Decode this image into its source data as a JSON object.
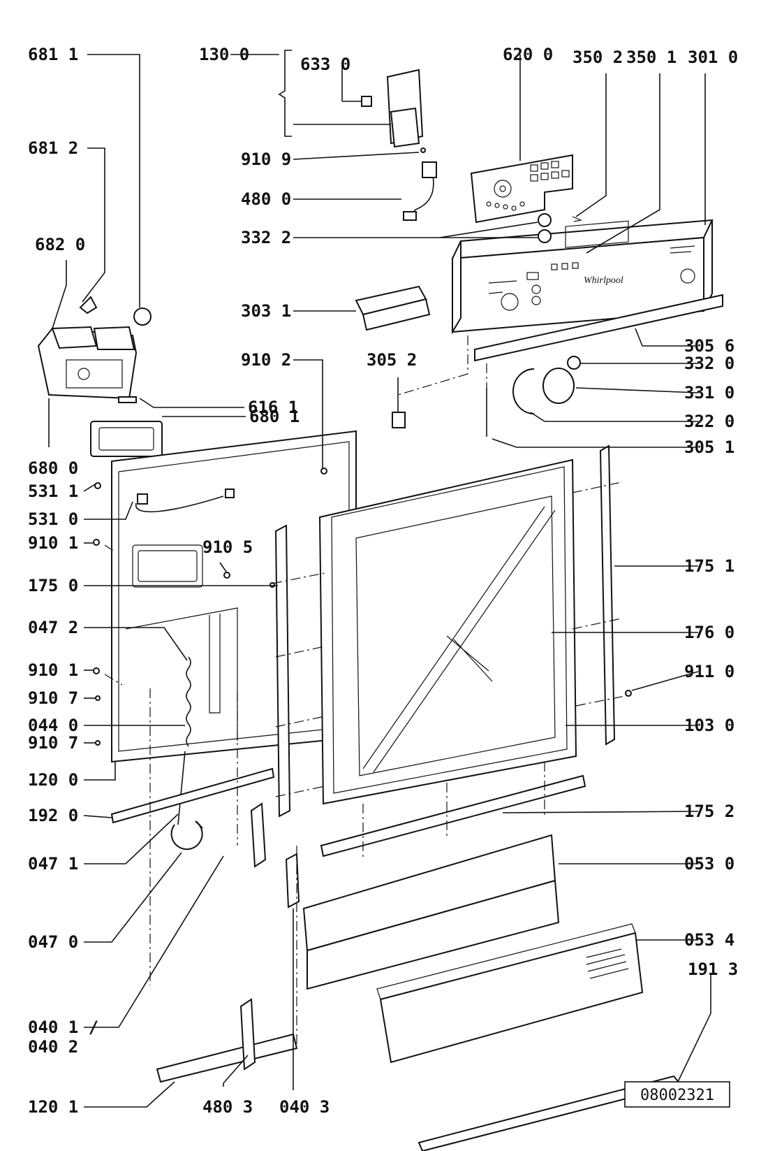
{
  "drawing_number": "08002321",
  "brand": "Whirlpool",
  "labels": {
    "l6811": "681 1",
    "l1300": "130 0",
    "l6330": "633 0",
    "l6200": "620 0",
    "l3502": "350 2",
    "l3501": "350 1",
    "l3010": "301 0",
    "l6812": "681 2",
    "l9109": "910 9",
    "l4800": "480 0",
    "l6820": "682 0",
    "l3322": "332 2",
    "l3031": "303 1",
    "l9102": "910 2",
    "l3052": "305 2",
    "l3056": "305 6",
    "l3320": "332 0",
    "l6161": "616 1",
    "l3310": "331 0",
    "l6801": "680 1",
    "l3220": "322 0",
    "l3051": "305 1",
    "l6800": "680 0",
    "l5311": "531 1",
    "l5310": "531 0",
    "l9101a": "910 1",
    "l9105": "910 5",
    "l1751": "175 1",
    "l1750": "175 0",
    "l1760": "176 0",
    "l0472": "047 2",
    "l9101b": "910 1",
    "l9110": "911 0",
    "l9107a": "910 7",
    "l0440": "044 0",
    "l1030": "103 0",
    "l9107b": "910 7",
    "l1200": "120 0",
    "l1920": "192 0",
    "l1752": "175 2",
    "l0471": "047 1",
    "l0530": "053 0",
    "l0470": "047 0",
    "l0534": "053 4",
    "l1913": "191 3",
    "l0401": "040 1 /",
    "l0402": "040 2",
    "l1201": "120 1",
    "l4803": "480 3",
    "l0403": "040 3"
  }
}
